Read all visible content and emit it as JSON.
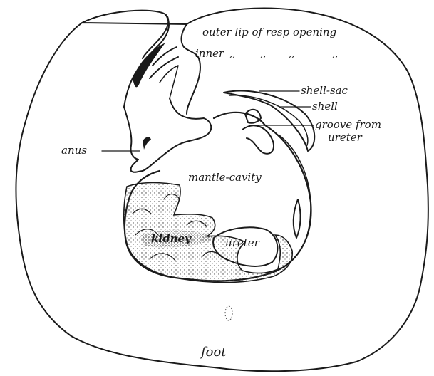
{
  "labels": {
    "outer_lip": "outer lip of resp opening",
    "inner": "inner",
    "ditto_1": ",,",
    "ditto_2": ",,",
    "ditto_3": ",,",
    "ditto_4": ",,",
    "shell_sac": "shell-sac",
    "shell": "shell",
    "groove_line1": "groove from",
    "groove_line2": "ureter",
    "anus": "anus",
    "mantle_cavity": "mantle-cavity",
    "kidney": "kidney",
    "ureter": "ureter",
    "foot": "foot"
  }
}
